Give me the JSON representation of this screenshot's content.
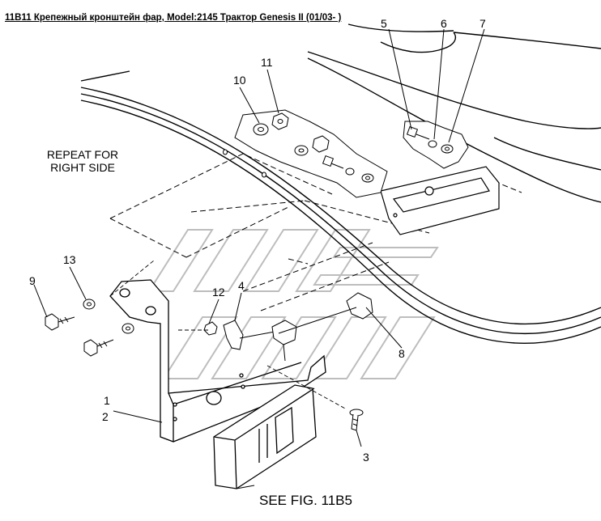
{
  "title": "11B11 Крепежный кронштейн фар, Model:2145 Трактор Genesis II (01/03- )",
  "notes": {
    "repeat_line1": "REPEAT FOR",
    "repeat_line2": "RIGHT SIDE",
    "see_fig": "SEE FIG. 11B5"
  },
  "callouts": [
    "1",
    "2",
    "3",
    "4",
    "5",
    "6",
    "7",
    "8",
    "9",
    "10",
    "11",
    "12",
    "13"
  ],
  "colors": {
    "line": "#000000",
    "watermark": "#bdbdbd",
    "background": "#ffffff"
  }
}
